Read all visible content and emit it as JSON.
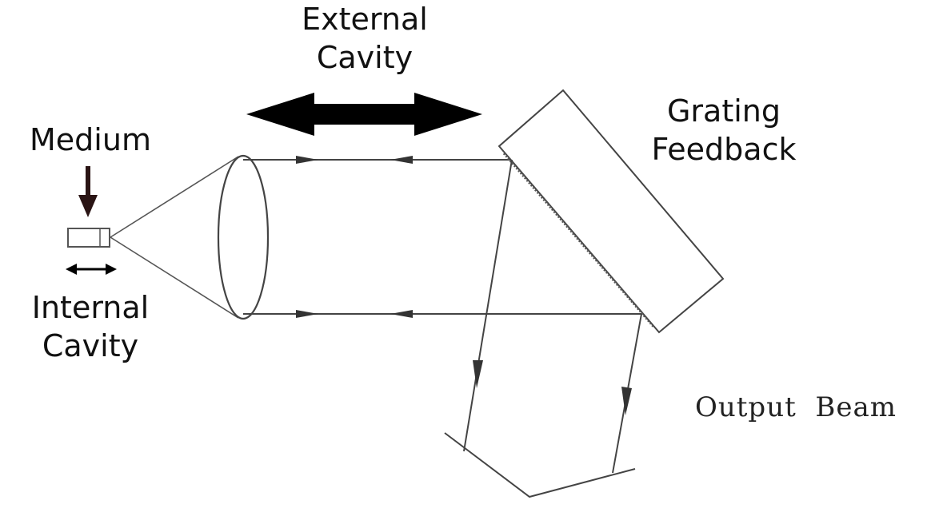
{
  "labels": {
    "external_cavity_line1": "External",
    "external_cavity_line2": "Cavity",
    "grating_line1": "Grating",
    "grating_line2": "Feedback",
    "medium": "Medium",
    "internal_cavity_line1": "Internal",
    "internal_cavity_line2": "Cavity",
    "output_beam": "Output  Beam"
  },
  "colors": {
    "big_arrow": "#000000",
    "medium_arrow": "#2a1414",
    "line": "#444444"
  }
}
